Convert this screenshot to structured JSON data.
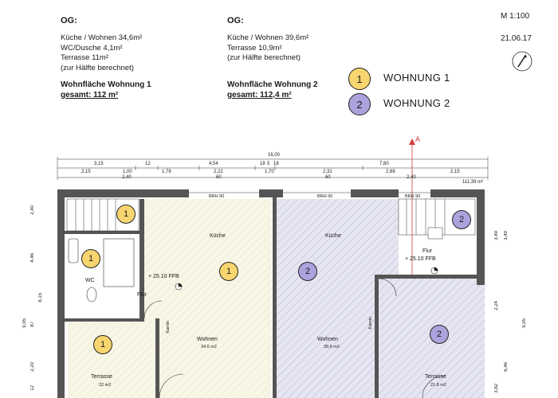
{
  "header": {
    "left": {
      "title": "OG:",
      "lines": [
        "Küche / Wohnen 34,6m²",
        "WC/Dusche 4,1m²",
        "Terrasse 11m²",
        "(zur Hälfte berechnet)"
      ],
      "total_title": "Wohnfläche Wohnung 1",
      "total_label": "gesamt: 112 m²"
    },
    "middle": {
      "title": "OG:",
      "lines": [
        "Küche / Wohnen 39,6m²",
        "Terrasse 10,9m²",
        "(zur Hälfte berechnet)"
      ],
      "total_title": "Wohnfläche Wohnung 2",
      "total_label": "gesamt: 112,4 m²"
    },
    "scale": "M 1:100",
    "date": "21.06.17"
  },
  "legend": [
    {
      "number": "1",
      "label": "WOHNUNG 1",
      "color": "#f7d56f"
    },
    {
      "number": "2",
      "label": "WOHNUNG 2",
      "color": "#aba3dc"
    }
  ],
  "plan": {
    "section_marker": "A",
    "dims_top_row1": [
      "3,15",
      "12",
      "4,54",
      "18",
      "5",
      "18",
      "7,80"
    ],
    "dims_total": "16,00",
    "dims_top_row2": [
      "2,15",
      "1,00",
      "1,78",
      "2,22",
      "1,70",
      "2,32",
      "2,68",
      "2,15"
    ],
    "dims_top_row3": [
      "2,40",
      "60",
      "60",
      "2,40"
    ],
    "area_note": "111,39 m²",
    "dims_left": [
      "2,40",
      "4,46",
      "8,15",
      "9,95",
      "87",
      "2,20",
      "12"
    ],
    "dims_right": [
      "3,49",
      "3,49",
      "2,24",
      "9,95",
      "6,46",
      "3,82"
    ],
    "rooms": {
      "kueche1": "Küche",
      "kueche2": "Küche",
      "wc": "WC",
      "flur1": "Flur",
      "flur2": "Flur",
      "level1": "+ 25.10 FFB",
      "level2": "+ 25.10 FFB",
      "wohnen1": "Wohnen",
      "wohnen1_area": "34.6 m2",
      "wohnen2": "Wohnen",
      "wohnen2_area": "39.6 m2",
      "terrasse1": "Terrasse",
      "terrasse1_area": "22 m2",
      "terrasse2": "Terrasse",
      "terrasse2_area": "21.8 m2",
      "kamin1": "Kamin",
      "kamin2": "Kamin",
      "brh1": "BRH 90",
      "brh2": "BRH 90",
      "brh3": "BRH 90"
    },
    "markers": {
      "stair1": "1",
      "bath1": "1",
      "kitchen1": "1",
      "terrace1": "1",
      "stair2": "2",
      "living2": "2",
      "terrace2": "2"
    }
  }
}
